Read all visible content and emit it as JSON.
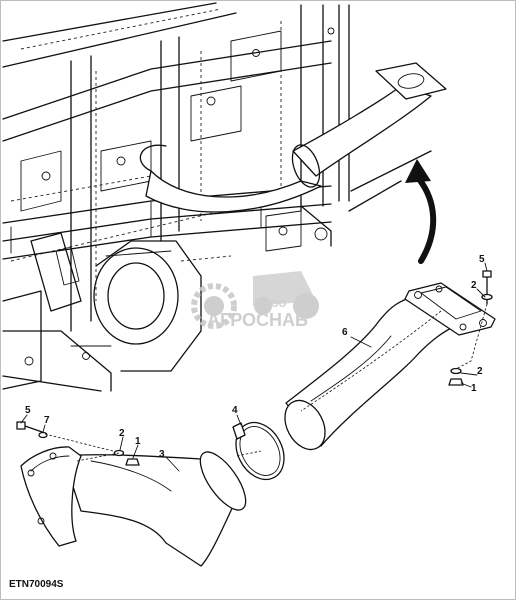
{
  "figure_id": "ETN70094S",
  "watermark": {
    "small_text": "ООО",
    "brand_text": "АГРОСНАБ",
    "color": "#c9c9c9"
  },
  "callouts": [
    {
      "id": "c1",
      "label": "5"
    },
    {
      "id": "c2",
      "label": "2"
    },
    {
      "id": "c3",
      "label": "6"
    },
    {
      "id": "c4",
      "label": "2"
    },
    {
      "id": "c5",
      "label": "1"
    },
    {
      "id": "c6",
      "label": "5"
    },
    {
      "id": "c7",
      "label": "7"
    },
    {
      "id": "c8",
      "label": "2"
    },
    {
      "id": "c9",
      "label": "1"
    },
    {
      "id": "c10",
      "label": "3"
    },
    {
      "id": "c11",
      "label": "4"
    }
  ],
  "colors": {
    "line": "#111111",
    "background": "#ffffff"
  }
}
